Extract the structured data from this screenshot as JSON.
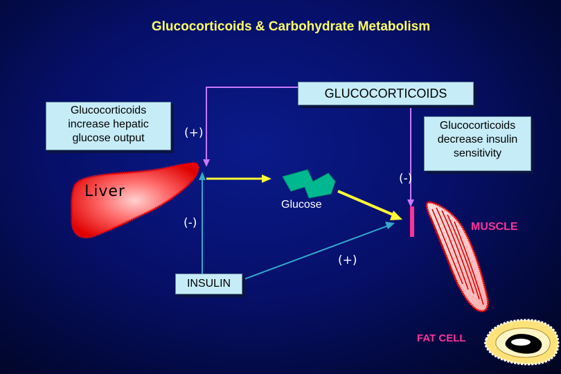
{
  "slide": {
    "title": "Glucocorticoids & Carbohydrate Metabolism"
  },
  "nodes": {
    "glucocorticoids": "GLUCOCORTICOIDS",
    "increase_box": {
      "line1": "Glucocorticoids",
      "line2": "increase hepatic",
      "line3": "glucose output"
    },
    "decrease_box": {
      "line1": "Glucocorticoids",
      "line2": "decrease insulin",
      "line3": "sensitivity"
    },
    "insulin": "INSULIN",
    "liver": "Liver",
    "glucose": "Glucose",
    "muscle": "MUSCLE",
    "fat_cell": "FAT CELL"
  },
  "signs": {
    "gc_to_liver": "(+)",
    "gc_to_muscle": "(-)",
    "insulin_to_liver": "(-)",
    "insulin_to_muscle": "(+)"
  },
  "colors": {
    "title": "#ffff66",
    "box_fill": "#c6ecf7",
    "gc_arrow": "#cc77ff",
    "glucose_arrow": "#ffff33",
    "insulin_arrow": "#33aacc",
    "liver": "#ff2222",
    "glucose_shape": "#00b890",
    "label_accent": "#ff3399"
  }
}
